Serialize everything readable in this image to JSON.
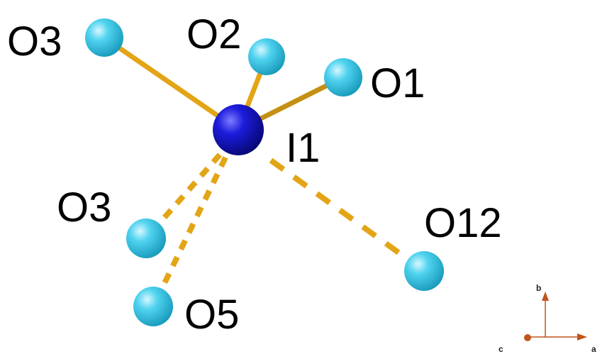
{
  "colors": {
    "background": "#ffffff",
    "bond": "#e8a817",
    "bond_dark": "#b07a08",
    "iodine": "#1212c8",
    "iodine_highlight": "#6a6aff",
    "oxygen": "#2cc3e3",
    "oxygen_highlight": "#c8f4ff",
    "axis": "#c0551a",
    "label": "#000000"
  },
  "atoms": [
    {
      "id": "I1",
      "label": "I1",
      "element": "I"
    },
    {
      "id": "O3a",
      "label": "O3",
      "element": "O"
    },
    {
      "id": "O2",
      "label": "O2",
      "element": "O"
    },
    {
      "id": "O1",
      "label": "O1",
      "element": "O"
    },
    {
      "id": "O3b",
      "label": "O3",
      "element": "O"
    },
    {
      "id": "O5",
      "label": "O5",
      "element": "O"
    },
    {
      "id": "O12",
      "label": "O12",
      "element": "O"
    }
  ],
  "bonds": [
    {
      "from": "I1",
      "to": "O3a",
      "style": "solid"
    },
    {
      "from": "I1",
      "to": "O2",
      "style": "solid"
    },
    {
      "from": "I1",
      "to": "O1",
      "style": "solid"
    },
    {
      "from": "I1",
      "to": "O3b",
      "style": "dashed"
    },
    {
      "from": "I1",
      "to": "O5",
      "style": "dashed"
    },
    {
      "from": "I1",
      "to": "O12",
      "style": "dashed"
    }
  ],
  "axes": {
    "a": "a",
    "b": "b",
    "c": "c"
  }
}
